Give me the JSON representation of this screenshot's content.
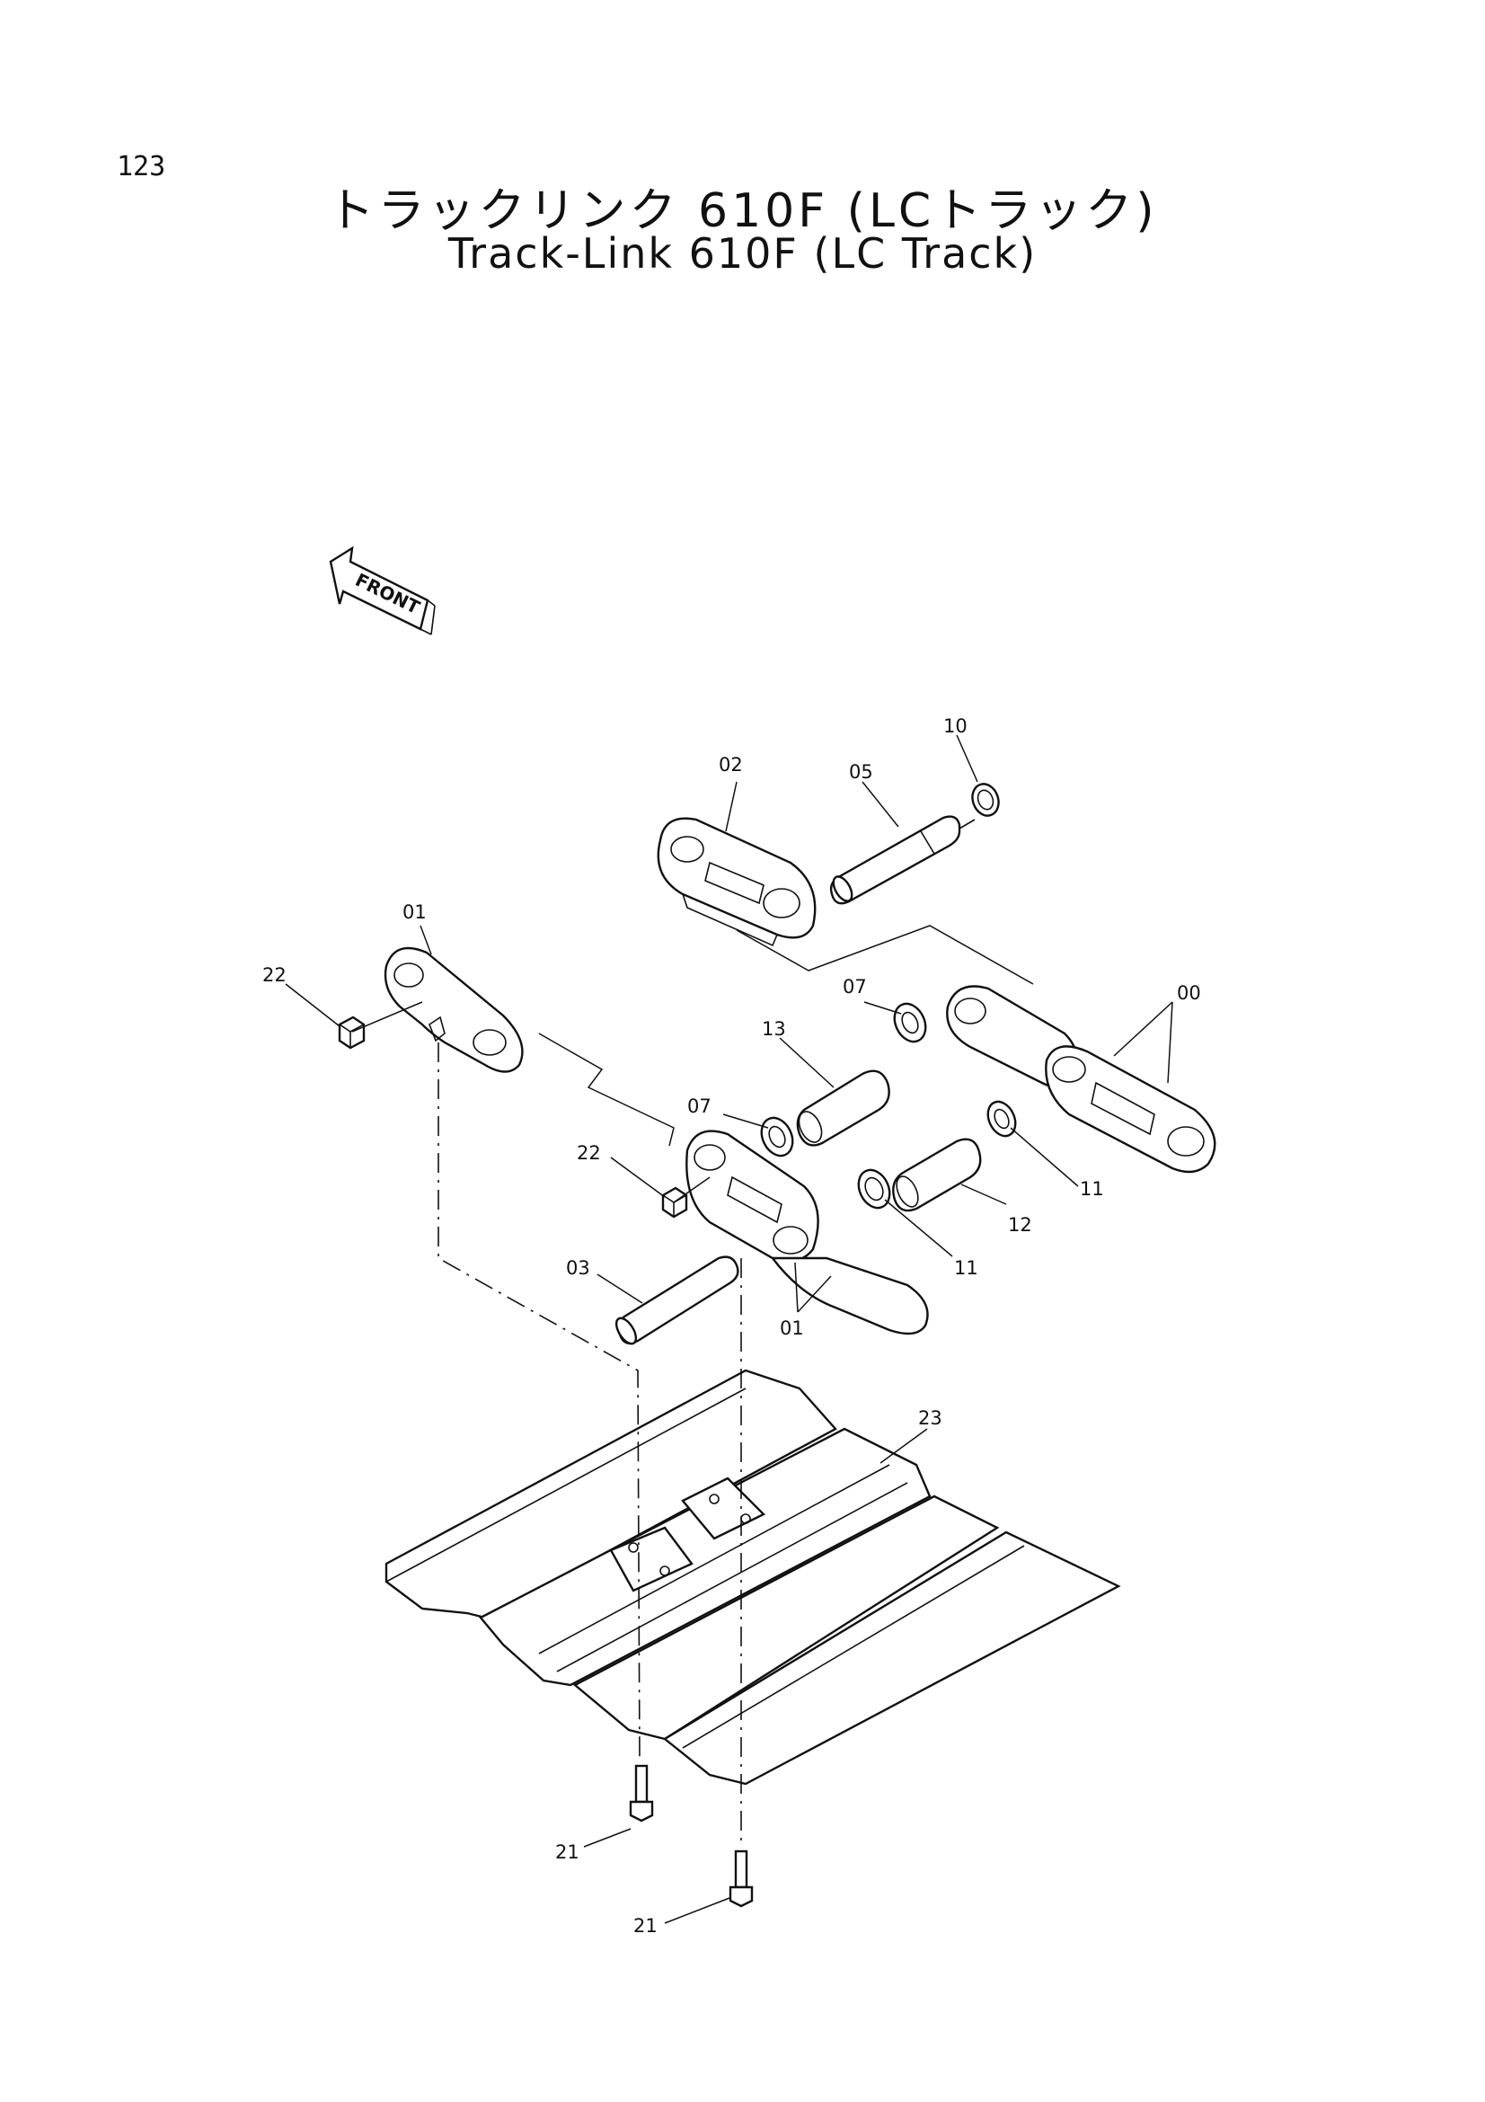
{
  "page": {
    "page_number": "123",
    "title_jp": "トラックリンク 610F (LCトラック)",
    "title_en": "Track-Link 610F (LC Track)"
  },
  "direction_marker": {
    "label": "FRONT"
  },
  "callouts": [
    {
      "id": "c10",
      "label": "10"
    },
    {
      "id": "c02",
      "label": "02"
    },
    {
      "id": "c05",
      "label": "05"
    },
    {
      "id": "c01a",
      "label": "01"
    },
    {
      "id": "c22a",
      "label": "22"
    },
    {
      "id": "c07a",
      "label": "07"
    },
    {
      "id": "c00",
      "label": "00"
    },
    {
      "id": "c13",
      "label": "13"
    },
    {
      "id": "c07b",
      "label": "07"
    },
    {
      "id": "c22b",
      "label": "22"
    },
    {
      "id": "c11a",
      "label": "11"
    },
    {
      "id": "c12",
      "label": "12"
    },
    {
      "id": "c11b",
      "label": "11"
    },
    {
      "id": "c03",
      "label": "03"
    },
    {
      "id": "c01b",
      "label": "01"
    },
    {
      "id": "c23",
      "label": "23"
    },
    {
      "id": "c21a",
      "label": "21"
    },
    {
      "id": "c21b",
      "label": "21"
    }
  ]
}
